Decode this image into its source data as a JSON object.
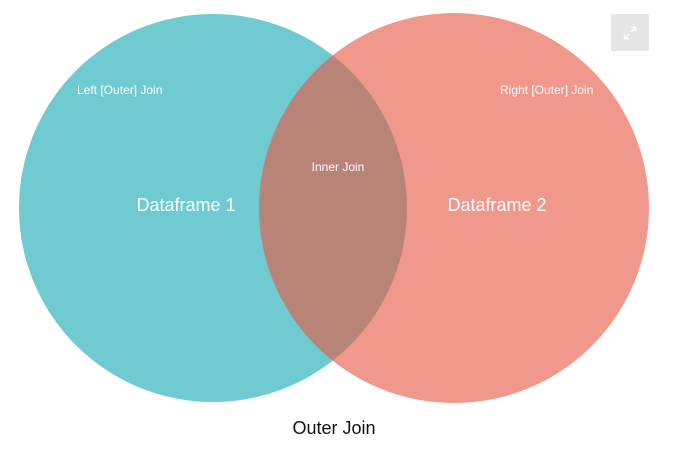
{
  "diagram": {
    "left_set": {
      "label": "Dataframe 1",
      "region_label": "Left [Outer] Join",
      "color": "#6fcbd1"
    },
    "right_set": {
      "label": "Dataframe 2",
      "region_label": "Right [Outer] Join",
      "color": "#f1988c"
    },
    "intersection": {
      "label": "Inner Join",
      "color": "#b88478"
    },
    "caption": "Outer Join"
  },
  "toolbar": {
    "expand_icon": "expand-icon"
  }
}
